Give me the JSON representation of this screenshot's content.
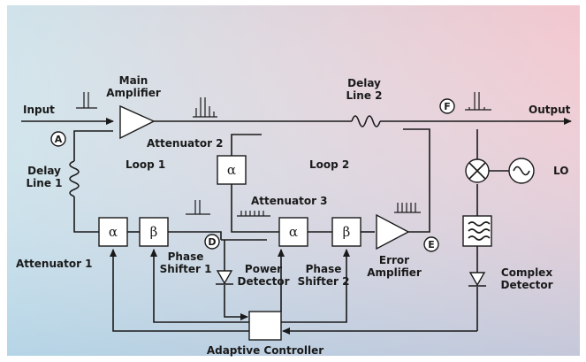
{
  "background": {
    "top_left": "#cfe3ea",
    "top_right": "#f2c7cf",
    "bottom_left": "#9fc9e3",
    "bottom_right": "#c9c4dd",
    "frame": "#ffffff"
  },
  "labels": {
    "input": "Input",
    "output": "Output",
    "main_amplifier": [
      "Main",
      "Amplifier"
    ],
    "delay_line_2": [
      "Delay",
      "Line 2"
    ],
    "delay_line_1": [
      "Delay",
      "Line 1"
    ],
    "attenuator_2": "Attenuator 2",
    "attenuator_3": "Attenuator 3",
    "attenuator_1": "Attenuator 1",
    "loop_1": "Loop 1",
    "loop_2": "Loop 2",
    "phase_shifter_1": [
      "Phase",
      "Shifter 1"
    ],
    "phase_shifter_2": [
      "Phase",
      "Shifter 2"
    ],
    "power_detector": [
      "Power",
      "Detector"
    ],
    "error_amplifier": [
      "Error",
      "Amplifier"
    ],
    "complex_detector": [
      "Complex",
      "Detector"
    ],
    "lo": "LO",
    "adaptive_controller": "Adaptive Controller"
  },
  "symbols": {
    "attenuator": "α",
    "phase_shifter": "β"
  },
  "points": {
    "a": "A",
    "d": "D",
    "e": "E",
    "f": "F"
  }
}
